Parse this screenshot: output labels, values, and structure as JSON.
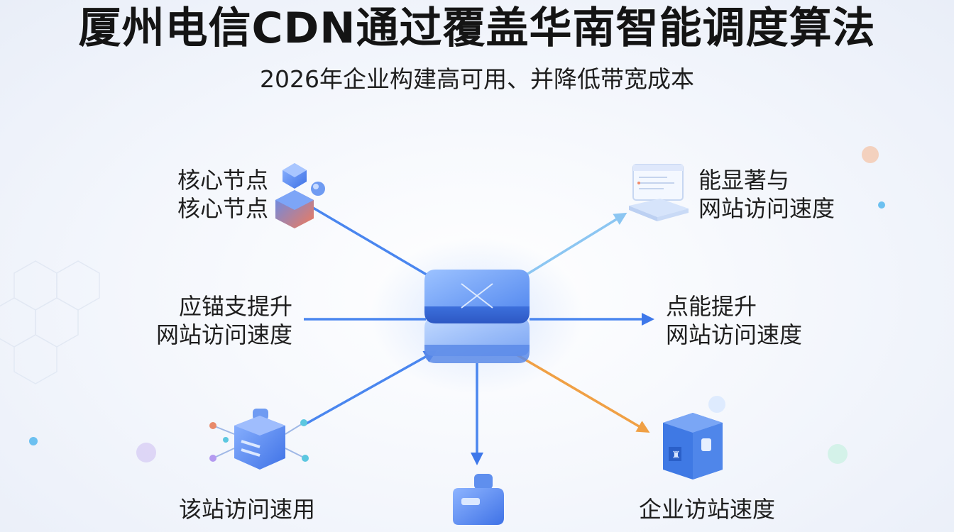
{
  "header": {
    "title": "厦州电信CDN通过覆盖华南智能调度算法",
    "subtitle": "2026年企业构建高可用、并降低带宽成本"
  },
  "nodes": {
    "top_left": {
      "line1": "核心节点",
      "line2": "核心节点",
      "icon": "cube-cluster-icon"
    },
    "mid_left": {
      "line1": "应锚支提升",
      "line2": "网站访问速度"
    },
    "bottom_left": {
      "line1": "该站访问速用",
      "icon": "circuit-cube-icon"
    },
    "top_right": {
      "line1": "能显著与",
      "line2": "网站访问速度",
      "icon": "monitor-dashboard-icon"
    },
    "mid_right": {
      "line1": "点能提升",
      "line2": "网站访问速度"
    },
    "bottom_right": {
      "line1": "企业访站速度",
      "icon": "server-box-icon"
    },
    "bottom_center": {
      "icon": "connector-block-icon"
    },
    "center": {
      "icon": "cdn-hub-icon"
    }
  },
  "colors": {
    "accent_blue": "#4a86ef",
    "light_blue": "#8cc6f2",
    "orange": "#f0a045"
  }
}
